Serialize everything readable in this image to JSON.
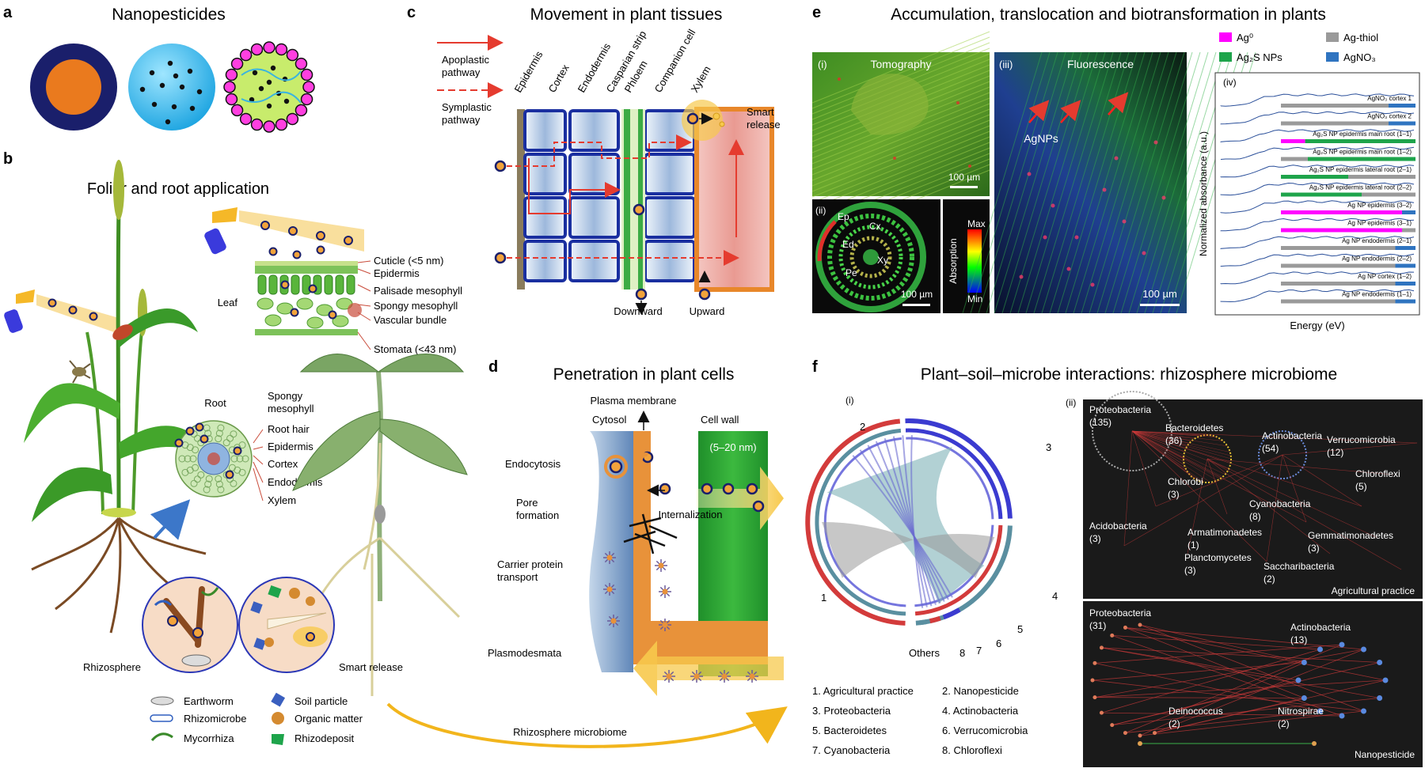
{
  "panel_a": {
    "letter": "a",
    "title": "Nanopesticides"
  },
  "panel_b": {
    "letter": "b",
    "title": "Foliar and root application",
    "leaf_label": "Leaf",
    "leaf_layers": [
      "Cuticle (<5 nm)",
      "Epidermis",
      "Palisade mesophyll",
      "Spongy mesophyll",
      "Vascular bundle",
      "Stomata (<43 nm)"
    ],
    "root_label": "Root",
    "root_layers": [
      "Spongy",
      "mesophyll",
      "Root hair",
      "Epidermis",
      "Cortex",
      "Endodermis",
      "Xylem"
    ],
    "rhizosphere_label": "Rhizosphere",
    "smart_release_label": "Smart release",
    "legend": [
      "Earthworm",
      "Rhizomicrobe",
      "Mycorrhiza",
      "Soil particle",
      "Organic matter",
      "Rhizodeposit"
    ]
  },
  "panel_c": {
    "letter": "c",
    "title": "Movement in plant tissues",
    "apoplastic": [
      "Apoplastic",
      "pathway"
    ],
    "symplastic": [
      "Symplastic",
      "pathway"
    ],
    "tissues": [
      "Epidermis",
      "Cortex",
      "Endodermis",
      "Casparian strip",
      "Phloem",
      "Companion cell",
      "Xylem"
    ],
    "smart_release": [
      "Smart",
      "release"
    ],
    "downward": "Downward",
    "upward": "Upward"
  },
  "panel_d": {
    "letter": "d",
    "title": "Penetration in plant cells",
    "plasma_membrane": "Plasma membrane",
    "cytosol": "Cytosol",
    "cell_wall": "Cell wall",
    "wall_size": "(5–20 nm)",
    "endocytosis": "Endocytosis",
    "internalization": "Internalization",
    "pore": [
      "Pore",
      "formation"
    ],
    "carrier": [
      "Carrier protein",
      "transport"
    ],
    "plasmodesmata": "Plasmodesmata",
    "rhizosphere_microbiome": "Rhizosphere microbiome"
  },
  "panel_e": {
    "letter": "e",
    "title": "Accumulation, translocation and biotransformation in plants",
    "tomography": "Tomography",
    "fluorescence": "Fluorescence",
    "agnps": "AgNPs",
    "scale": "100 µm",
    "sub_i": "(i)",
    "sub_ii": "(ii)",
    "sub_iii": "(iii)",
    "sub_iv": "(iv)",
    "tissue_labels": [
      "Ep",
      "Cx",
      "Ed",
      "Xy",
      "Pe"
    ],
    "colorbar": {
      "max": "Max",
      "min": "Min",
      "label": "Absorption"
    },
    "legend": [
      {
        "label": "Ag⁰",
        "color": "#ff00ff"
      },
      {
        "label": "Ag-thiol",
        "color": "#9a9a9a"
      },
      {
        "label": "Ag₂S NPs",
        "color": "#1ea44b"
      },
      {
        "label": "AgNO₃",
        "color": "#2f74c0"
      }
    ],
    "ylabel": "Normalized absorbance (a.u.)",
    "xlabel": "Energy (eV)",
    "spectra": [
      {
        "label": "AgNO₃ cortex 1",
        "segments": [
          [
            0.0,
            "#9a9a9a"
          ],
          [
            0.8,
            "#2f74c0"
          ]
        ]
      },
      {
        "label": "AgNO₃ cortex 2",
        "segments": [
          [
            0.0,
            "#9a9a9a"
          ],
          [
            0.8,
            "#2f74c0"
          ]
        ]
      },
      {
        "label": "Ag₂S NP epidermis main root (1–1)",
        "segments": [
          [
            0.0,
            "#ff00ff"
          ],
          [
            0.18,
            "#1ea44b"
          ]
        ]
      },
      {
        "label": "Ag₂S NP epidermis main root (1–2)",
        "segments": [
          [
            0.0,
            "#9a9a9a"
          ],
          [
            0.2,
            "#1ea44b"
          ]
        ]
      },
      {
        "label": "Ag₂S NP epidermis lateral root (2–1)",
        "segments": [
          [
            0.0,
            "#1ea44b"
          ],
          [
            0.5,
            "#9a9a9a"
          ]
        ]
      },
      {
        "label": "Ag₂S NP epidermis lateral root (2–2)",
        "segments": [
          [
            0.0,
            "#1ea44b"
          ],
          [
            0.6,
            "#9a9a9a"
          ]
        ]
      },
      {
        "label": "Ag NP epidermis (3–2)",
        "segments": [
          [
            0.0,
            "#ff00ff"
          ],
          [
            0.9,
            "#2f74c0"
          ]
        ]
      },
      {
        "label": "Ag NP epidermis (3–1)",
        "segments": [
          [
            0.0,
            "#ff00ff"
          ],
          [
            0.9,
            "#9a9a9a"
          ]
        ]
      },
      {
        "label": "Ag NP endodermis (2–1)",
        "segments": [
          [
            0.0,
            "#9a9a9a"
          ],
          [
            0.85,
            "#2f74c0"
          ]
        ]
      },
      {
        "label": "Ag NP endodermis (2–2)",
        "segments": [
          [
            0.0,
            "#9a9a9a"
          ],
          [
            0.85,
            "#2f74c0"
          ]
        ]
      },
      {
        "label": "Ag NP cortex (1–2)",
        "segments": [
          [
            0.0,
            "#9a9a9a"
          ],
          [
            0.85,
            "#2f74c0"
          ]
        ]
      },
      {
        "label": "Ag NP endodermis (1–1)",
        "segments": [
          [
            0.0,
            "#9a9a9a"
          ],
          [
            0.85,
            "#2f74c0"
          ]
        ]
      }
    ]
  },
  "panel_f": {
    "letter": "f",
    "title": "Plant–soil–microbe interactions: rhizosphere microbiome",
    "sub_i": "(i)",
    "sub_ii": "(ii)",
    "chord_numbers": [
      "1",
      "2",
      "3",
      "4",
      "5",
      "6",
      "7",
      "8"
    ],
    "others": "Others",
    "legend_items": [
      "1. Agricultural practice",
      "2. Nanopesticide",
      "3. Proteobacteria",
      "4. Actinobacteria",
      "5. Bacteroidetes",
      "6. Verrucomicrobia",
      "7. Cyanobacteria",
      "8. Chloroflexi"
    ],
    "network1": {
      "footer": "Agricultural practice",
      "nodes": [
        [
          "Proteobacteria",
          "(135)"
        ],
        [
          "Bacteroidetes",
          "(36)"
        ],
        [
          "Actinobacteria",
          "(54)"
        ],
        [
          "Verrucomicrobia",
          "(12)"
        ],
        [
          "Chloroflexi",
          "(5)"
        ],
        [
          "Chlorobi",
          "(3)"
        ],
        [
          "Cyanobacteria",
          "(8)"
        ],
        [
          "Acidobacteria",
          "(3)"
        ],
        [
          "Armatimonadetes",
          "(1)"
        ],
        [
          "Gemmatimonadetes",
          "(3)"
        ],
        [
          "Planctomycetes",
          "(3)"
        ],
        [
          "Saccharibacteria",
          "(2)"
        ]
      ]
    },
    "network2": {
      "footer": "Nanopesticide",
      "nodes": [
        [
          "Proteobacteria",
          "(31)"
        ],
        [
          "Actinobacteria",
          "(13)"
        ],
        [
          "Deinococcus",
          "(2)"
        ],
        [
          "Nitrospirae",
          "(2)"
        ]
      ]
    }
  }
}
